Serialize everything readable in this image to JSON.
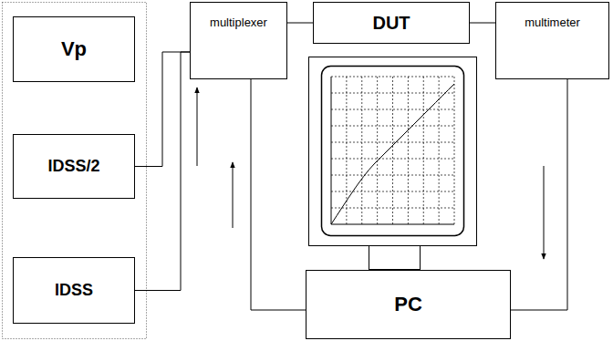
{
  "diagram": {
    "nodes": [
      {
        "text": [
          "Vp"
        ]
      },
      {
        "text": [
          "IDSS/2"
        ]
      },
      {
        "text": [
          "IDSS"
        ]
      },
      {
        "text": [
          "multiplexer"
        ]
      },
      {
        "text": [
          "DUT"
        ]
      },
      {
        "text": [
          "multimeter"
        ]
      },
      {
        "text": [
          "PC"
        ]
      }
    ],
    "edges": [
      {
        "from": 1,
        "to": 3,
        "arrow": "none"
      },
      {
        "from": 2,
        "to": 3,
        "arrow": "none"
      },
      {
        "from": 3,
        "to": 4,
        "arrow": "none"
      },
      {
        "from": 4,
        "to": 5,
        "arrow": "none"
      },
      {
        "from": 6,
        "to": 3,
        "arrow": "none"
      },
      {
        "from": 5,
        "to": 6,
        "arrow": "none"
      }
    ]
  }
}
